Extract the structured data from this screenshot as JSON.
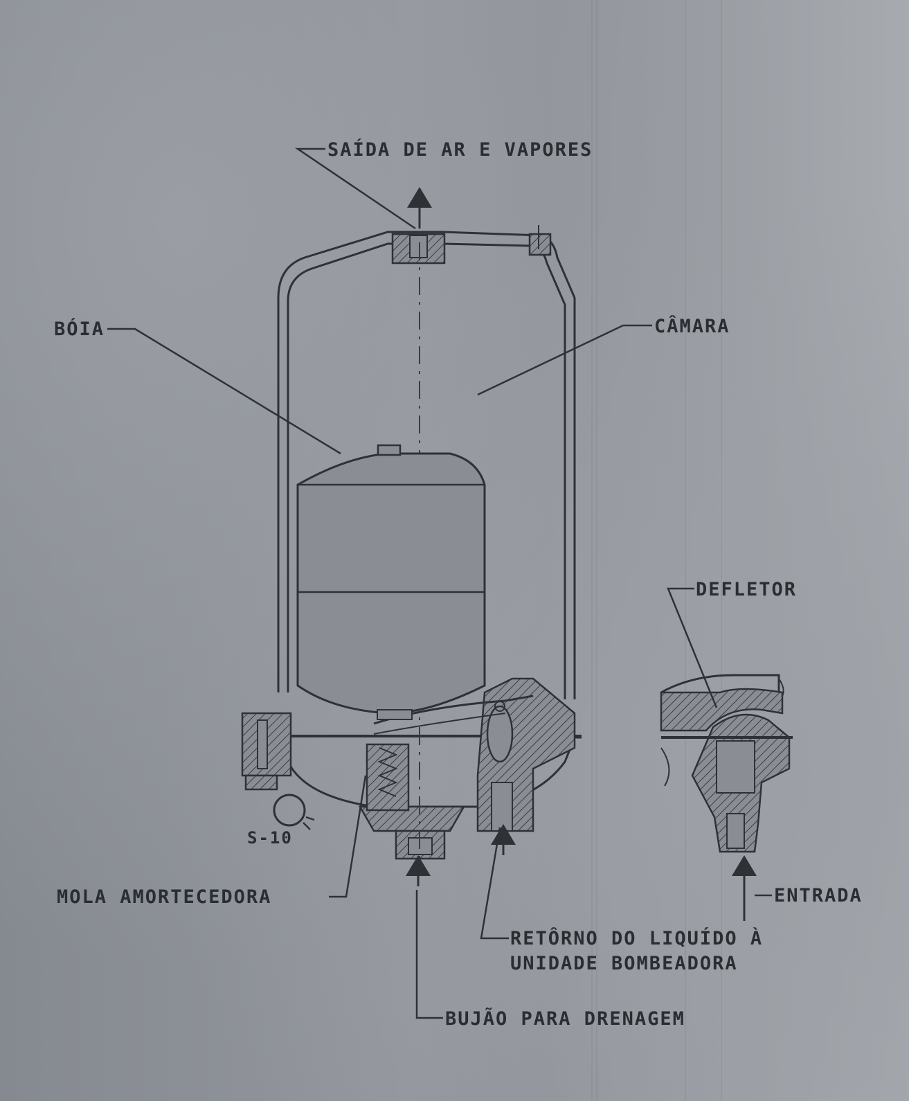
{
  "labels": {
    "air_outlet": "SAÍDA DE AR E VAPORES",
    "float": "BÓIA",
    "chamber": "CÂMARA",
    "deflector": "DEFLETOR",
    "inlet": "ENTRADA",
    "damper_spring": "MOLA AMORTECEDORA",
    "return_line_1": "RETÔRNO DO LIQUÍDO À",
    "return_line_2": "UNIDADE BOMBEADORA",
    "drain_plug": "BUJÃO PARA DRENAGEM",
    "part_number": "S-10"
  },
  "colors": {
    "ink": "#2e3136",
    "paper": "#8e9298"
  }
}
